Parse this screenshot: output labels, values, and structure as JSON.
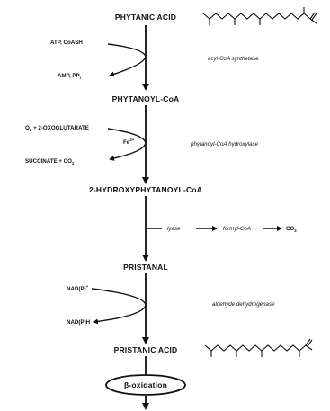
{
  "compounds": {
    "phytanic_acid": "PHYTANIC ACID",
    "phytanoyl_coa": "PHYTANOYL-CoA",
    "hydroxyphytanoyl_coa": "2-HYDROXYPHYTANOYL-CoA",
    "pristanal": "PRISTANAL",
    "pristanic_acid": "PRISTANIC ACID"
  },
  "cofactors": {
    "atp_coash": "ATP, CoASH",
    "amp": "AMP, PP",
    "amp_sub": "i",
    "o2_prefix": "O",
    "o2_sub": "2",
    "o2_rest": " + 2-OXOGLUTARATE",
    "fe": "Fe",
    "fe_sup": "2+",
    "succinate": "SUCCINATE + CO",
    "succinate_sub": "2",
    "nadp": "NAD(P)",
    "nadp_sup": "+",
    "nadph": "NAD(P)H"
  },
  "enzymes": {
    "acyl_coa_synthetase": "acyl-CoA synthetase",
    "phytanoyl_coa_hydroxylase": "phytanoyl-CoA hydroxylase",
    "aldehyde_dehydrogenase": "aldehyde dehydrogenase"
  },
  "branch": {
    "lyase": "lyase",
    "formyl_coa": "formyl-CoA",
    "co2": "CO",
    "co2_sub": "2"
  },
  "terminal": {
    "beta_oxidation": "β-oxidation"
  },
  "structure_icons": {
    "phytanic": "phytanic-acid-structure-icon",
    "pristanic": "pristanic-acid-structure-icon"
  }
}
